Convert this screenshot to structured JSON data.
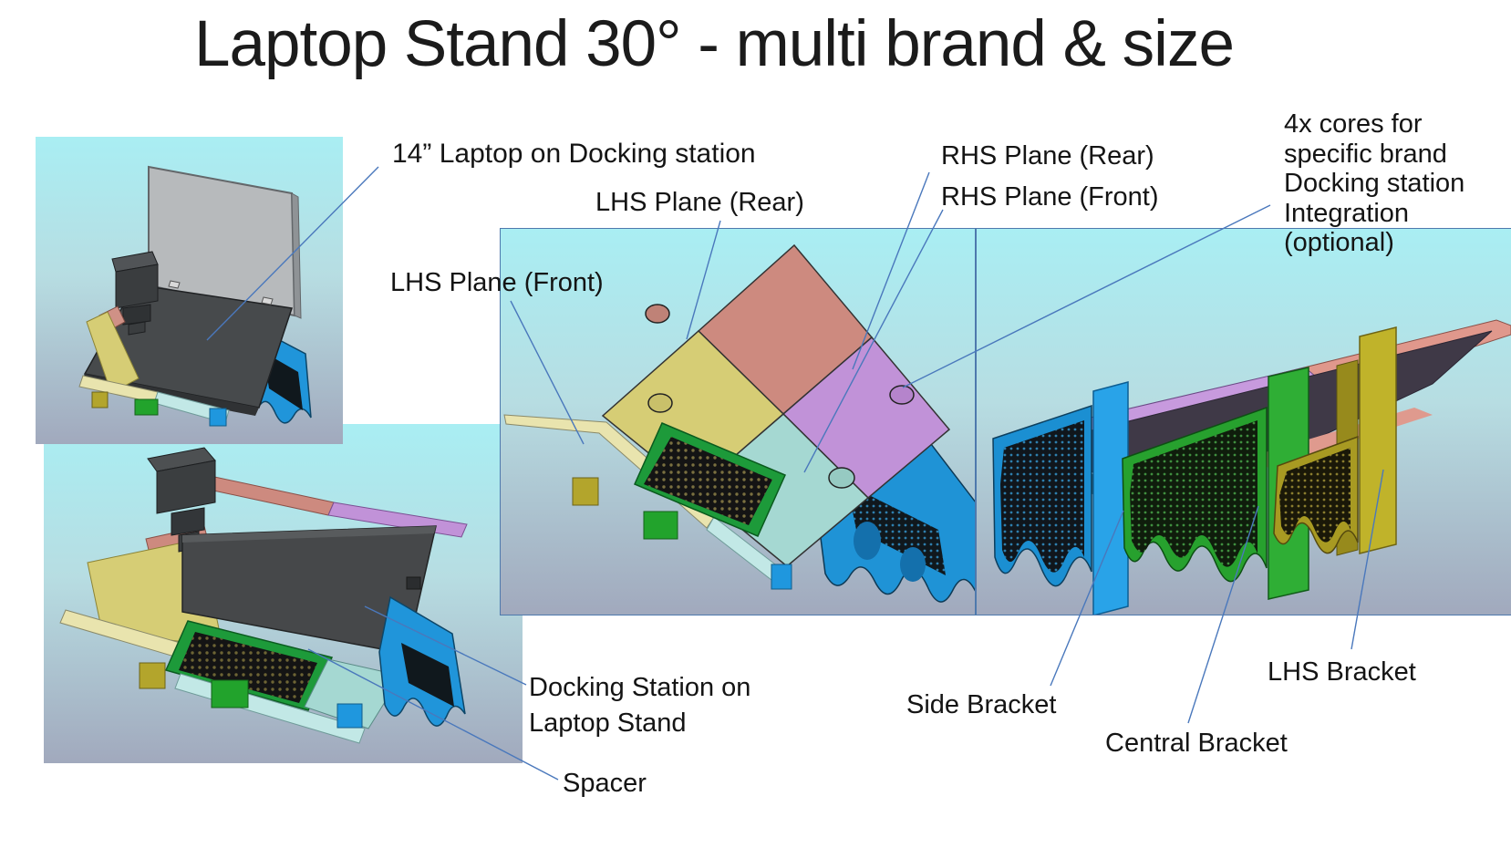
{
  "slide": {
    "title": "Laptop Stand 30° - multi brand & size"
  },
  "annotations": {
    "laptop14": "14” Laptop on Docking station",
    "lhs_plane_rear": "LHS Plane (Rear)",
    "lhs_plane_front": "LHS Plane (Front)",
    "rhs_plane_rear": "RHS Plane (Rear)",
    "rhs_plane_front": "RHS Plane (Front)",
    "cores_note": "4x cores for\nspecific brand\nDocking station\nIntegration\n(optional)",
    "docking_on_stand": "Docking Station on\nLaptop Stand",
    "spacer": "Spacer",
    "side_bracket": "Side Bracket",
    "central_bracket": "Central Bracket",
    "lhs_bracket": "LHS Bracket"
  },
  "figures": [
    {
      "id": "laptop-on-stand",
      "name": "14-inch laptop docked on laptop stand, isometric CAD view"
    },
    {
      "id": "dock-on-stand",
      "name": "Docking station mounted on laptop stand, isometric CAD view"
    },
    {
      "id": "stand-planes",
      "name": "Laptop stand top view showing four colored support planes and spacer tray"
    },
    {
      "id": "stand-underside",
      "name": "Laptop stand underside view showing side, central and LHS wavy brackets"
    }
  ],
  "palette": {
    "background_top": "#a9eef3",
    "background_bottom": "#a1a9bd",
    "frame_border": "#4e79ad",
    "leader_line": "#4a78bc",
    "lhs_plane_rear_salmon": "#cd8a7f",
    "lhs_plane_front_yellow": "#d6cd75",
    "rhs_plane_rear_purple": "#c192d8",
    "rhs_plane_front_teal": "#a5d8d2",
    "spacer_green": "#1d9a3a",
    "side_bracket_blue": "#2095da",
    "central_bracket_green": "#27a12e",
    "lhs_bracket_olive": "#b3a52c",
    "laptop_screen_gray": "#b7babc",
    "dock_dark_gray": "#474a4c",
    "core_texture_black": "#141414"
  }
}
